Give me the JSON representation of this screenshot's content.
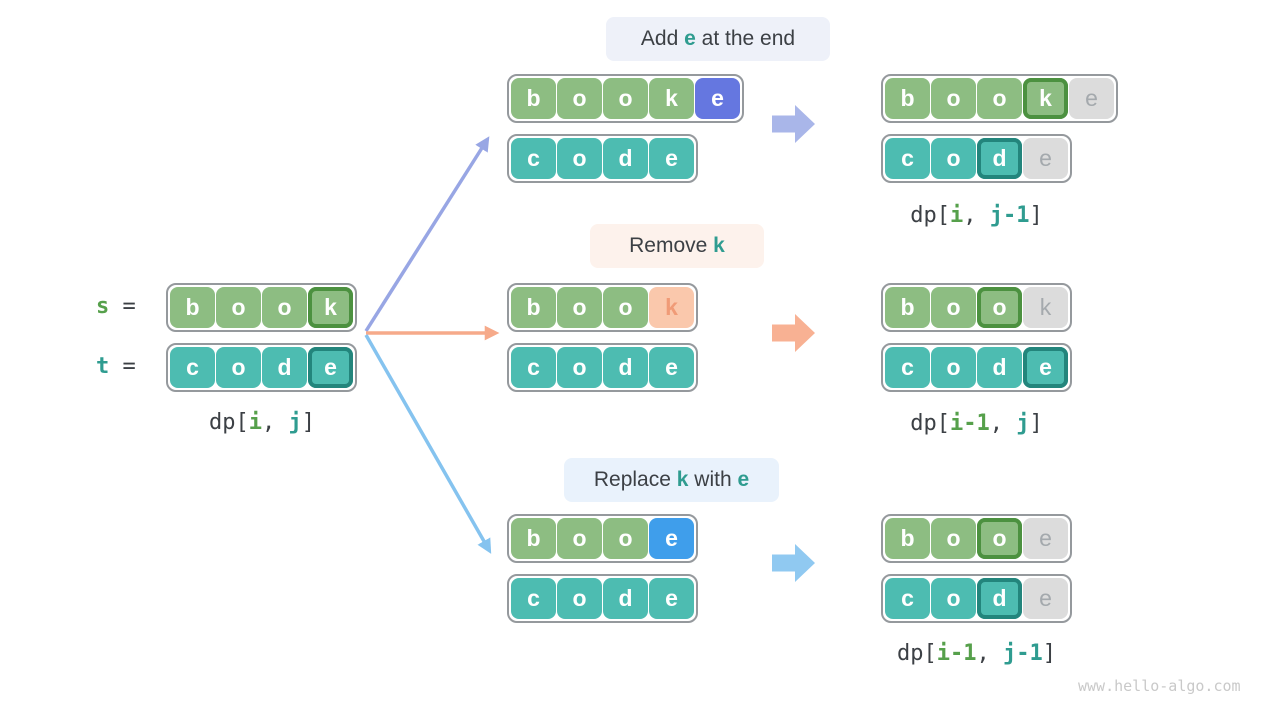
{
  "palette": {
    "accent-green": "#56a04b",
    "accent-teal": "#2f9c90",
    "cell-green": "#8dbd82",
    "cell-green-ring": "#4c9140",
    "cell-teal": "#4dbcb1",
    "cell-teal-ring": "#23857c",
    "cell-gray": "#dcdcdc",
    "cell-gray-text": "#a4a9ad",
    "cell-indigo": "#6577e0",
    "cell-blue": "#3f9eeb",
    "cell-salmon": "#fac8ac",
    "cell-salmon-text": "#f09b77",
    "pill-lavender": "#eef1f9",
    "pill-peach": "#fdf2ec",
    "pill-blue": "#e9f2fc",
    "arrow-purple": "#98a6e4",
    "arrow-salmon": "#f6aa8a",
    "arrow-blue": "#85c3ef",
    "block-purple": "#a9b6e9",
    "block-salmon": "#f8b193",
    "block-blue": "#90c9f1",
    "text-dark": "#3c4045",
    "box-border": "#95999d",
    "watermark": "#c9c9c9"
  },
  "left_group": {
    "s_var": "s",
    "s_eq": " =",
    "t_var": "t",
    "t_eq": " =",
    "s_cells": [
      {
        "ch": "b",
        "variant": "green"
      },
      {
        "ch": "o",
        "variant": "green"
      },
      {
        "ch": "o",
        "variant": "green"
      },
      {
        "ch": "k",
        "variant": "green-hl"
      }
    ],
    "t_cells": [
      {
        "ch": "c",
        "variant": "teal"
      },
      {
        "ch": "o",
        "variant": "teal"
      },
      {
        "ch": "d",
        "variant": "teal"
      },
      {
        "ch": "e",
        "variant": "teal-hl"
      }
    ],
    "dp_parts": [
      {
        "t": "dp[",
        "c": "plain"
      },
      {
        "t": "i",
        "c": "green"
      },
      {
        "t": ", ",
        "c": "plain"
      },
      {
        "t": "j",
        "c": "teal"
      },
      {
        "t": "]",
        "c": "plain"
      }
    ]
  },
  "branch_add": {
    "label_parts": [
      {
        "t": "Add ",
        "a": "no"
      },
      {
        "t": "e",
        "a": "yes"
      },
      {
        "t": " at the end",
        "a": "no"
      }
    ],
    "s_cells": [
      {
        "ch": "b",
        "variant": "green"
      },
      {
        "ch": "o",
        "variant": "green"
      },
      {
        "ch": "o",
        "variant": "green"
      },
      {
        "ch": "k",
        "variant": "green"
      },
      {
        "ch": "e",
        "variant": "indigo"
      }
    ],
    "t_cells": [
      {
        "ch": "c",
        "variant": "teal"
      },
      {
        "ch": "o",
        "variant": "teal"
      },
      {
        "ch": "d",
        "variant": "teal"
      },
      {
        "ch": "e",
        "variant": "teal"
      }
    ]
  },
  "branch_remove": {
    "label_parts": [
      {
        "t": "Remove ",
        "a": "no"
      },
      {
        "t": "k",
        "a": "yes"
      }
    ],
    "s_cells": [
      {
        "ch": "b",
        "variant": "green"
      },
      {
        "ch": "o",
        "variant": "green"
      },
      {
        "ch": "o",
        "variant": "green"
      },
      {
        "ch": "k",
        "variant": "salmon"
      }
    ],
    "t_cells": [
      {
        "ch": "c",
        "variant": "teal"
      },
      {
        "ch": "o",
        "variant": "teal"
      },
      {
        "ch": "d",
        "variant": "teal"
      },
      {
        "ch": "e",
        "variant": "teal"
      }
    ]
  },
  "branch_replace": {
    "label_parts": [
      {
        "t": "Replace ",
        "a": "no"
      },
      {
        "t": "k",
        "a": "yes"
      },
      {
        "t": " with ",
        "a": "no"
      },
      {
        "t": "e",
        "a": "yes"
      }
    ],
    "s_cells": [
      {
        "ch": "b",
        "variant": "green"
      },
      {
        "ch": "o",
        "variant": "green"
      },
      {
        "ch": "o",
        "variant": "green"
      },
      {
        "ch": "e",
        "variant": "blue"
      }
    ],
    "t_cells": [
      {
        "ch": "c",
        "variant": "teal"
      },
      {
        "ch": "o",
        "variant": "teal"
      },
      {
        "ch": "d",
        "variant": "teal"
      },
      {
        "ch": "e",
        "variant": "teal"
      }
    ]
  },
  "result_add": {
    "s_cells": [
      {
        "ch": "b",
        "variant": "green"
      },
      {
        "ch": "o",
        "variant": "green"
      },
      {
        "ch": "o",
        "variant": "green"
      },
      {
        "ch": "k",
        "variant": "green-hl"
      },
      {
        "ch": "e",
        "variant": "gray"
      }
    ],
    "t_cells": [
      {
        "ch": "c",
        "variant": "teal"
      },
      {
        "ch": "o",
        "variant": "teal"
      },
      {
        "ch": "d",
        "variant": "teal-hl"
      },
      {
        "ch": "e",
        "variant": "gray"
      }
    ],
    "dp_parts": [
      {
        "t": "dp[",
        "c": "plain"
      },
      {
        "t": "i",
        "c": "green"
      },
      {
        "t": ", ",
        "c": "plain"
      },
      {
        "t": "j-1",
        "c": "teal"
      },
      {
        "t": "]",
        "c": "plain"
      }
    ]
  },
  "result_remove": {
    "s_cells": [
      {
        "ch": "b",
        "variant": "green"
      },
      {
        "ch": "o",
        "variant": "green"
      },
      {
        "ch": "o",
        "variant": "green-hl"
      },
      {
        "ch": "k",
        "variant": "gray"
      }
    ],
    "t_cells": [
      {
        "ch": "c",
        "variant": "teal"
      },
      {
        "ch": "o",
        "variant": "teal"
      },
      {
        "ch": "d",
        "variant": "teal"
      },
      {
        "ch": "e",
        "variant": "teal-hl"
      }
    ],
    "dp_parts": [
      {
        "t": "dp[",
        "c": "plain"
      },
      {
        "t": "i-1",
        "c": "green"
      },
      {
        "t": ", ",
        "c": "plain"
      },
      {
        "t": "j",
        "c": "teal"
      },
      {
        "t": "]",
        "c": "plain"
      }
    ]
  },
  "result_replace": {
    "s_cells": [
      {
        "ch": "b",
        "variant": "green"
      },
      {
        "ch": "o",
        "variant": "green"
      },
      {
        "ch": "o",
        "variant": "green-hl"
      },
      {
        "ch": "e",
        "variant": "gray"
      }
    ],
    "t_cells": [
      {
        "ch": "c",
        "variant": "teal"
      },
      {
        "ch": "o",
        "variant": "teal"
      },
      {
        "ch": "d",
        "variant": "teal-hl"
      },
      {
        "ch": "e",
        "variant": "gray"
      }
    ],
    "dp_parts": [
      {
        "t": "dp[",
        "c": "plain"
      },
      {
        "t": "i-1",
        "c": "green"
      },
      {
        "t": ", ",
        "c": "plain"
      },
      {
        "t": "j-1",
        "c": "teal"
      },
      {
        "t": "]",
        "c": "plain"
      }
    ]
  },
  "watermark": "www.hello-algo.com"
}
